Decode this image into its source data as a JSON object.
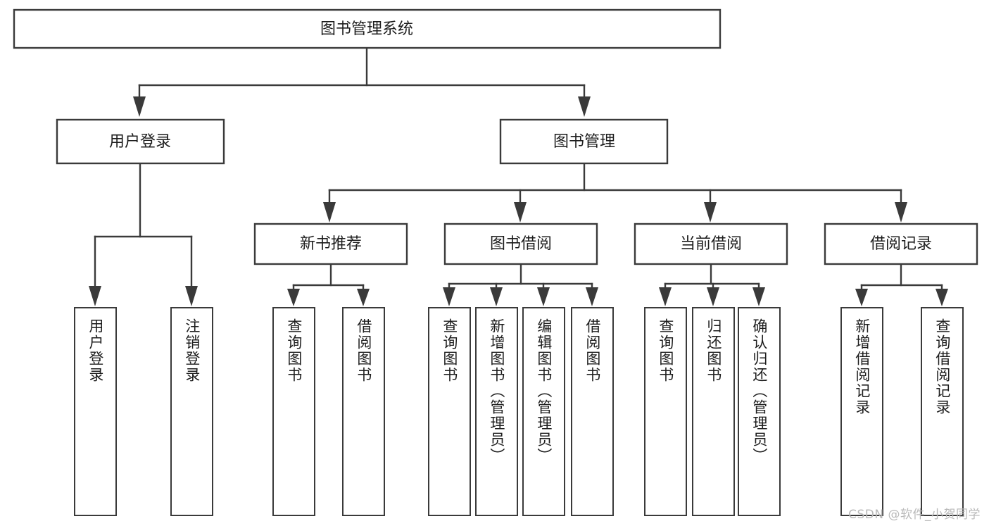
{
  "diagram": {
    "title": "图书管理系统",
    "type": "function-structure-tree",
    "orientation": "top-down",
    "colors": {
      "box_stroke": "#3a3a3a",
      "box_fill": "#ffffff",
      "connector": "#3a3a3a",
      "text": "#1d1d1d",
      "watermark": "#b9b9b9",
      "background": "#ffffff"
    },
    "root": {
      "label": "图书管理系统"
    },
    "level2": [
      {
        "id": "user-login",
        "label": "用户登录"
      },
      {
        "id": "book-management",
        "label": "图书管理"
      }
    ],
    "level3": [
      {
        "id": "new-book-recommend",
        "label": "新书推荐"
      },
      {
        "id": "book-borrow",
        "label": "图书借阅"
      },
      {
        "id": "current-borrow",
        "label": "当前借阅"
      },
      {
        "id": "borrow-record",
        "label": "借阅记录"
      }
    ],
    "leaves": {
      "user-login": [
        {
          "id": "leaf-user-login",
          "label": "用户登录"
        },
        {
          "id": "leaf-logout-login",
          "label": "注销登录"
        }
      ],
      "new-book-recommend": [
        {
          "id": "leaf-query-books-1",
          "label": "查询图书"
        },
        {
          "id": "leaf-borrow-books-1",
          "label": "借阅图书"
        }
      ],
      "book-borrow": [
        {
          "id": "leaf-query-books-2",
          "label": "查询图书"
        },
        {
          "id": "leaf-add-book-admin",
          "label": "新增图书（管理员）"
        },
        {
          "id": "leaf-edit-book-admin",
          "label": "编辑图书（管理员）"
        },
        {
          "id": "leaf-borrow-books-2",
          "label": "借阅图书"
        }
      ],
      "current-borrow": [
        {
          "id": "leaf-query-books-3",
          "label": "查询图书"
        },
        {
          "id": "leaf-return-books",
          "label": "归还图书"
        },
        {
          "id": "leaf-confirm-return-admin",
          "label": "确认归还（管理员）"
        }
      ],
      "borrow-record": [
        {
          "id": "leaf-add-borrow-record",
          "label": "新增借阅记录"
        },
        {
          "id": "leaf-query-borrow-record",
          "label": "查询借阅记录"
        }
      ]
    },
    "watermark": "CSDN @软件_小贺同学"
  }
}
